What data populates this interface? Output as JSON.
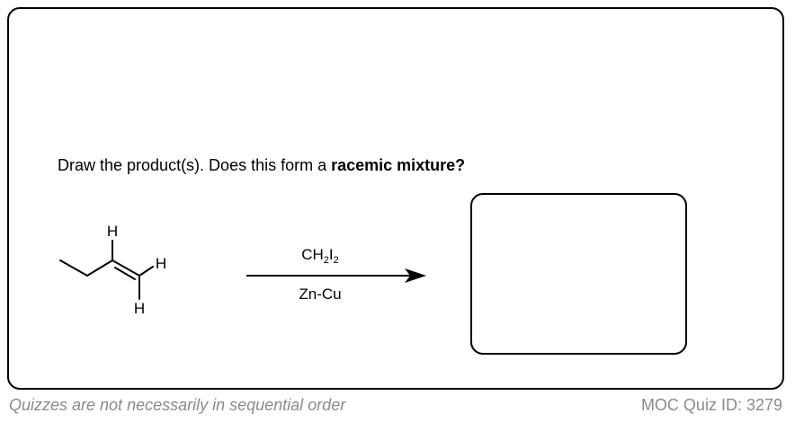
{
  "question": {
    "prefix": "Draw the product(s). Does this form a ",
    "emphasis": "racemic mixture?"
  },
  "molecule": {
    "atom_labels": [
      "H",
      "H",
      "H"
    ]
  },
  "reaction": {
    "reagent_above": {
      "base": "CH",
      "sub1": "2",
      "mid": "I",
      "sub2": "2"
    },
    "reagent_below": "Zn-Cu"
  },
  "footer": {
    "left": "Quizzes are not necessarily in sequential order",
    "right": "MOC Quiz ID: 3279"
  }
}
